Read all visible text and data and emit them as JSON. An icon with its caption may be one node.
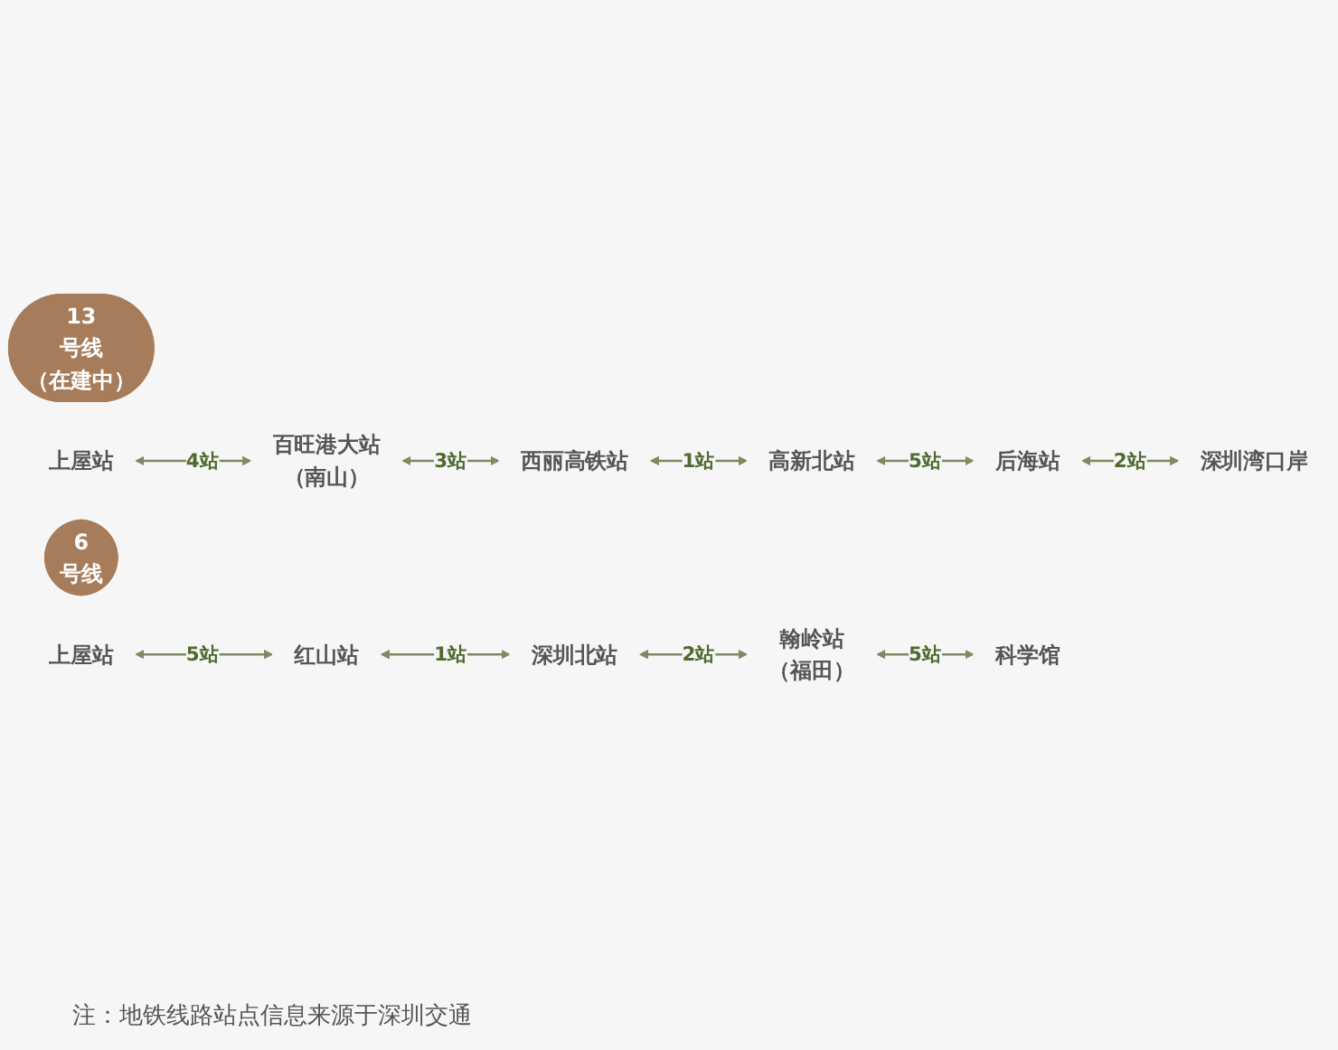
{
  "diagram": {
    "nodes": [
      {
        "text": [
          "13",
          "号线",
          "（在建中）"
        ]
      },
      {
        "text": [
          "上屋站"
        ]
      },
      {
        "text": [
          "百旺港大站",
          "（南山）"
        ]
      },
      {
        "text": [
          "西丽高铁站"
        ]
      },
      {
        "text": [
          "深圳湾口岸"
        ]
      },
      {
        "text": [
          "后海站"
        ]
      },
      {
        "text": [
          "高新北站"
        ]
      },
      {
        "text": [
          "6",
          "号线"
        ]
      },
      {
        "text": [
          "上屋站"
        ]
      },
      {
        "text": [
          "红山站"
        ]
      },
      {
        "text": [
          "深圳北站"
        ]
      },
      {
        "text": [
          "科学馆"
        ]
      },
      {
        "text": [
          "翰岭站",
          "（福田）"
        ]
      }
    ],
    "edges": [
      {
        "from": 1,
        "to": 2,
        "arrow": "both",
        "label": "4站"
      },
      {
        "from": 2,
        "to": 3,
        "arrow": "both",
        "label": "3站"
      },
      {
        "from": 3,
        "to": 6,
        "arrow": "both",
        "label": "1站"
      },
      {
        "from": 6,
        "to": 5,
        "arrow": "both",
        "label": "5站"
      },
      {
        "from": 5,
        "to": 4,
        "arrow": "both",
        "label": "2站"
      },
      {
        "from": 8,
        "to": 9,
        "arrow": "both",
        "label": "5站"
      },
      {
        "from": 9,
        "to": 10,
        "arrow": "both",
        "label": "1站"
      },
      {
        "from": 10,
        "to": 12,
        "arrow": "both",
        "label": "2站"
      },
      {
        "from": 12,
        "to": 11,
        "arrow": "both",
        "label": "5站"
      }
    ],
    "labels": [
      "注：地铁线路站点信息来源于深圳交通"
    ]
  }
}
